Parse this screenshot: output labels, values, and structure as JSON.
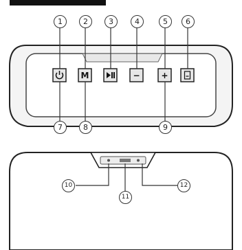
{
  "callouts": [
    "1",
    "2",
    "3",
    "4",
    "5",
    "6",
    "7",
    "8",
    "9",
    "10",
    "11",
    "12"
  ],
  "buttons": {
    "power": "power-icon",
    "mode_label": "M",
    "play_pause": "play-pause-icon",
    "volume_down_label": "−",
    "volume_up_label": "+",
    "sixth": "button-6-icon"
  },
  "colors": {
    "outline": "#222222",
    "button_fill": "#e6e6e6",
    "header_bar": "#111111",
    "panel_shade": "#efefef"
  }
}
